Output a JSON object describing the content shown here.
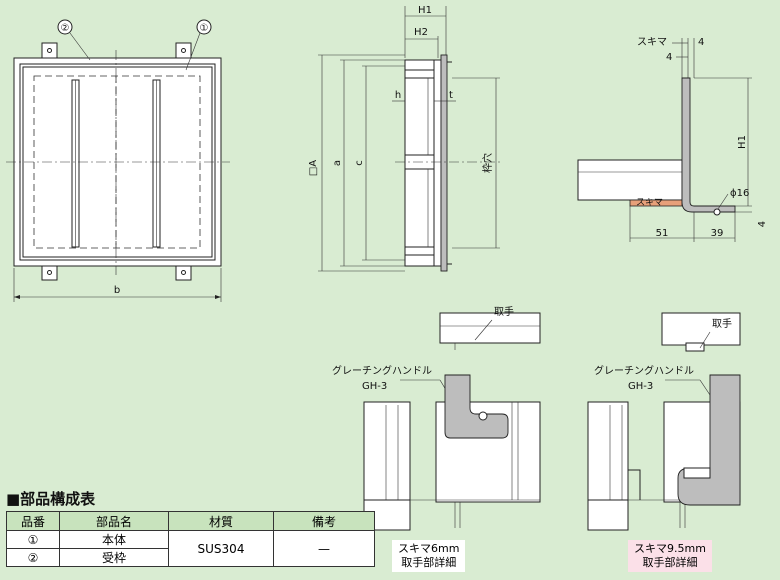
{
  "front_view": {
    "callout_1": "①",
    "callout_2": "②",
    "dim_b": "b"
  },
  "section_view": {
    "dim_H1": "H1",
    "dim_H2": "H2",
    "dim_h": "h",
    "dim_t": "t",
    "dim_A": "□A",
    "dim_a": "a",
    "dim_c": "c",
    "dim_opening": "枠穴"
  },
  "corner_detail": {
    "label_gap": "スキマ",
    "dim_4_top": "4",
    "dim_4_left": "4",
    "dim_H1": "H1",
    "dim_hole": "ϕ16",
    "dim_4_right": "4",
    "dim_51": "51",
    "dim_39": "39",
    "label_gap_bottom": "スキマ"
  },
  "detail_left": {
    "label_handle_part": "取手",
    "label_handle_name": "グレーチングハンドル",
    "label_handle_model": "GH-3",
    "caption_line1": "スキマ6mm",
    "caption_line2": "取手部詳細"
  },
  "detail_right": {
    "label_handle_part": "取手",
    "label_handle_name": "グレーチングハンドル",
    "label_handle_model": "GH-3",
    "caption_line1": "スキマ9.5mm",
    "caption_line2": "取手部詳細"
  },
  "parts": {
    "title": "■部品構成表",
    "headers": [
      "品番",
      "部品名",
      "材質",
      "備考"
    ],
    "rows": [
      {
        "no": "①",
        "name": "本体"
      },
      {
        "no": "②",
        "name": "受枠"
      }
    ],
    "material": "SUS304",
    "remark": "—"
  }
}
